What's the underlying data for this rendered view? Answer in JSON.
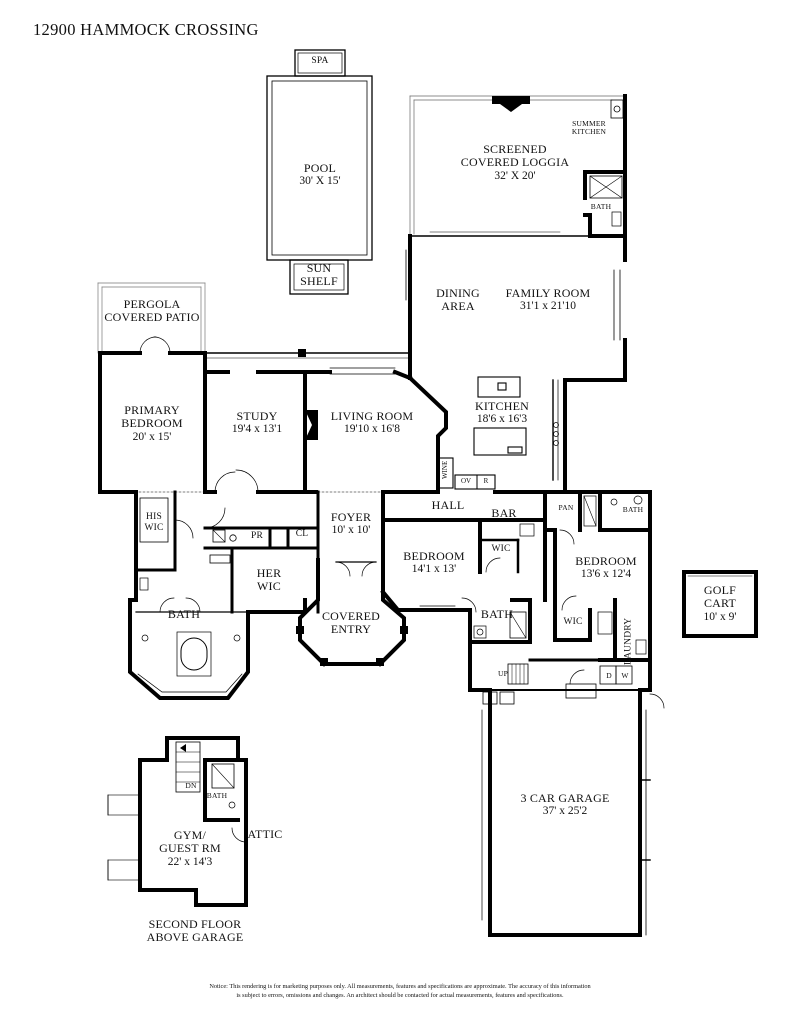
{
  "title": "12900 HAMMOCK CROSSING",
  "rooms": {
    "spa": {
      "name": "SPA"
    },
    "pool": {
      "name": "POOL",
      "dim": "30' X 15'"
    },
    "sun_shelf": {
      "line1": "SUN",
      "line2": "SHELF"
    },
    "loggia": {
      "line1": "SCREENED",
      "line2": "COVERED LOGGIA",
      "dim": "32' X 20'"
    },
    "summer_kitchen": {
      "line1": "SUMMER",
      "line2": "KITCHEN"
    },
    "bath_loggia": {
      "name": "BATH"
    },
    "dining": {
      "line1": "DINING",
      "line2": "AREA"
    },
    "family": {
      "name": "FAMILY ROOM",
      "dim": "31'1 x 21'10"
    },
    "pergola": {
      "line1": "PERGOLA",
      "line2": "COVERED PATIO"
    },
    "primary_bedroom": {
      "line1": "PRIMARY",
      "line2": "BEDROOM",
      "dim": "20' x 15'"
    },
    "study": {
      "name": "STUDY",
      "dim": "19'4 x 13'1"
    },
    "living": {
      "name": "LIVING ROOM",
      "dim": "19'10 x 16'8"
    },
    "kitchen": {
      "name": "KITCHEN",
      "dim": "18'6 x 16'3"
    },
    "wine": {
      "name": "WINE"
    },
    "ov": {
      "name": "OV"
    },
    "r": {
      "name": "R"
    },
    "hall": {
      "name": "HALL"
    },
    "bar": {
      "name": "BAR"
    },
    "pan": {
      "name": "PAN"
    },
    "bath_br3": {
      "name": "BATH"
    },
    "his_wic": {
      "line1": "HIS",
      "line2": "WIC"
    },
    "pr": {
      "name": "PR"
    },
    "cl": {
      "name": "CL"
    },
    "foyer": {
      "name": "FOYER",
      "dim": "10' x 10'"
    },
    "bedroom2": {
      "name": "BEDROOM",
      "dim": "14'1 x 13'"
    },
    "wic_br2": {
      "name": "WIC"
    },
    "bedroom3": {
      "name": "BEDROOM",
      "dim": "13'6 x 12'4"
    },
    "her_wic": {
      "line1": "HER",
      "line2": "WIC"
    },
    "primary_bath": {
      "name": "BATH"
    },
    "covered_entry": {
      "line1": "COVERED",
      "line2": "ENTRY"
    },
    "bath_br2": {
      "name": "BATH"
    },
    "wic_br3": {
      "name": "WIC"
    },
    "laundry": {
      "name": "LAUNDRY"
    },
    "golf_cart": {
      "line1": "GOLF",
      "line2": "CART",
      "dim": "10' x 9'"
    },
    "up": {
      "name": "UP"
    },
    "d": {
      "name": "D"
    },
    "w": {
      "name": "W"
    },
    "garage": {
      "name": "3 CAR GARAGE",
      "dim": "37' x 25'2"
    },
    "dn": {
      "name": "DN"
    },
    "bath_upper": {
      "name": "BATH"
    },
    "gym": {
      "line1": "GYM/",
      "line2": "GUEST RM",
      "dim": "22' x 14'3"
    },
    "attic": {
      "name": "ATTIC"
    },
    "second_floor": {
      "line1": "SECOND FLOOR",
      "line2": "ABOVE GARAGE"
    }
  },
  "notice": {
    "line1": "Notice: This rendering is for marketing purposes only. All measurements, features and specifications are approximate. The accuracy of this information",
    "line2": "is subject to errors, omissions and changes. An architect should be contacted for actual measurements, features and specifications."
  }
}
